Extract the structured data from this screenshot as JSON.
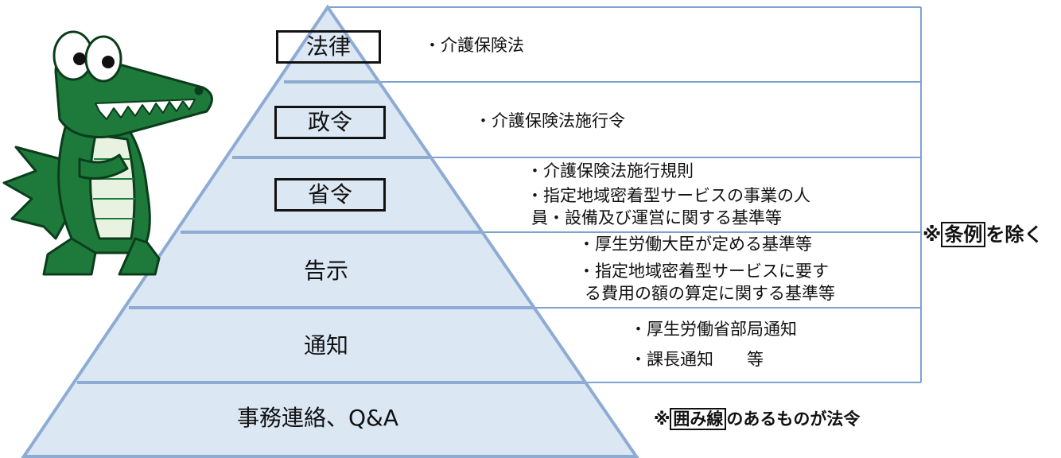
{
  "levels": [
    {
      "label": "法律",
      "boxed": true,
      "items": [
        "・介護保険法"
      ]
    },
    {
      "label": "政令",
      "boxed": true,
      "items": [
        "・介護保険法施行令"
      ]
    },
    {
      "label": "省令",
      "boxed": true,
      "items": [
        "・介護保険法施行規則",
        "・指定地域密着型サービスの事業の人",
        "員・設備及び運営に関する基準等"
      ]
    },
    {
      "label": "告示",
      "boxed": false,
      "items": [
        "・厚生労働大臣が定める基準等",
        "・指定地域密着型サービスに要す",
        "る費用の額の算定に関する基準等"
      ]
    },
    {
      "label": "通知",
      "boxed": false,
      "items": [
        "・厚生労働省部局通知",
        "・課長通知　　等"
      ]
    },
    {
      "label": "事務連絡、Q&A",
      "boxed": false,
      "items": []
    }
  ],
  "notes": {
    "ordinance_prefix": "※",
    "ordinance_boxed": "条例",
    "ordinance_suffix": "を除く",
    "legal_prefix": "※",
    "legal_boxed": "囲み線",
    "legal_suffix": "のあるものが法令"
  },
  "colors": {
    "pyramid_fill": "#dce7f4",
    "pyramid_stroke": "#8eabd4",
    "table_stroke": "#7ea2cf",
    "croc_green": "#1e7a3a",
    "croc_dark": "#0b3d1c"
  },
  "mascot": "crocodile-mascot"
}
